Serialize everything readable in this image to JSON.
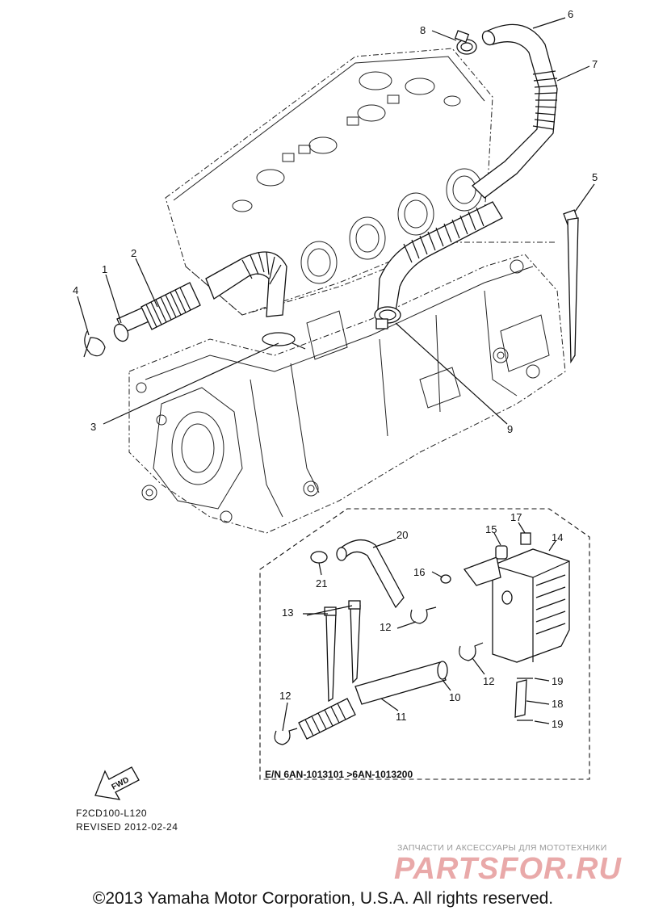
{
  "callouts": [
    "1",
    "2",
    "3",
    "4",
    "5",
    "6",
    "7",
    "8",
    "9",
    "10",
    "11",
    "12",
    "12",
    "12",
    "13",
    "14",
    "15",
    "16",
    "17",
    "18",
    "19",
    "19",
    "20",
    "21"
  ],
  "inset": {
    "en_range": "E/N 6AN-1013101 >6AN-1013200"
  },
  "fwd_label": "FWD",
  "diagram_code": "F2CD100-L120",
  "revised": "REVISED 2012-02-24",
  "watermark": {
    "tagline": "ЗАПЧАСТИ И АКСЕССУАРЫ ДЛЯ МОТОТЕХНИКИ",
    "logo": "PARTSFOR.RU"
  },
  "copyright": "©2013 Yamaha Motor Corporation, U.S.A. All rights reserved."
}
